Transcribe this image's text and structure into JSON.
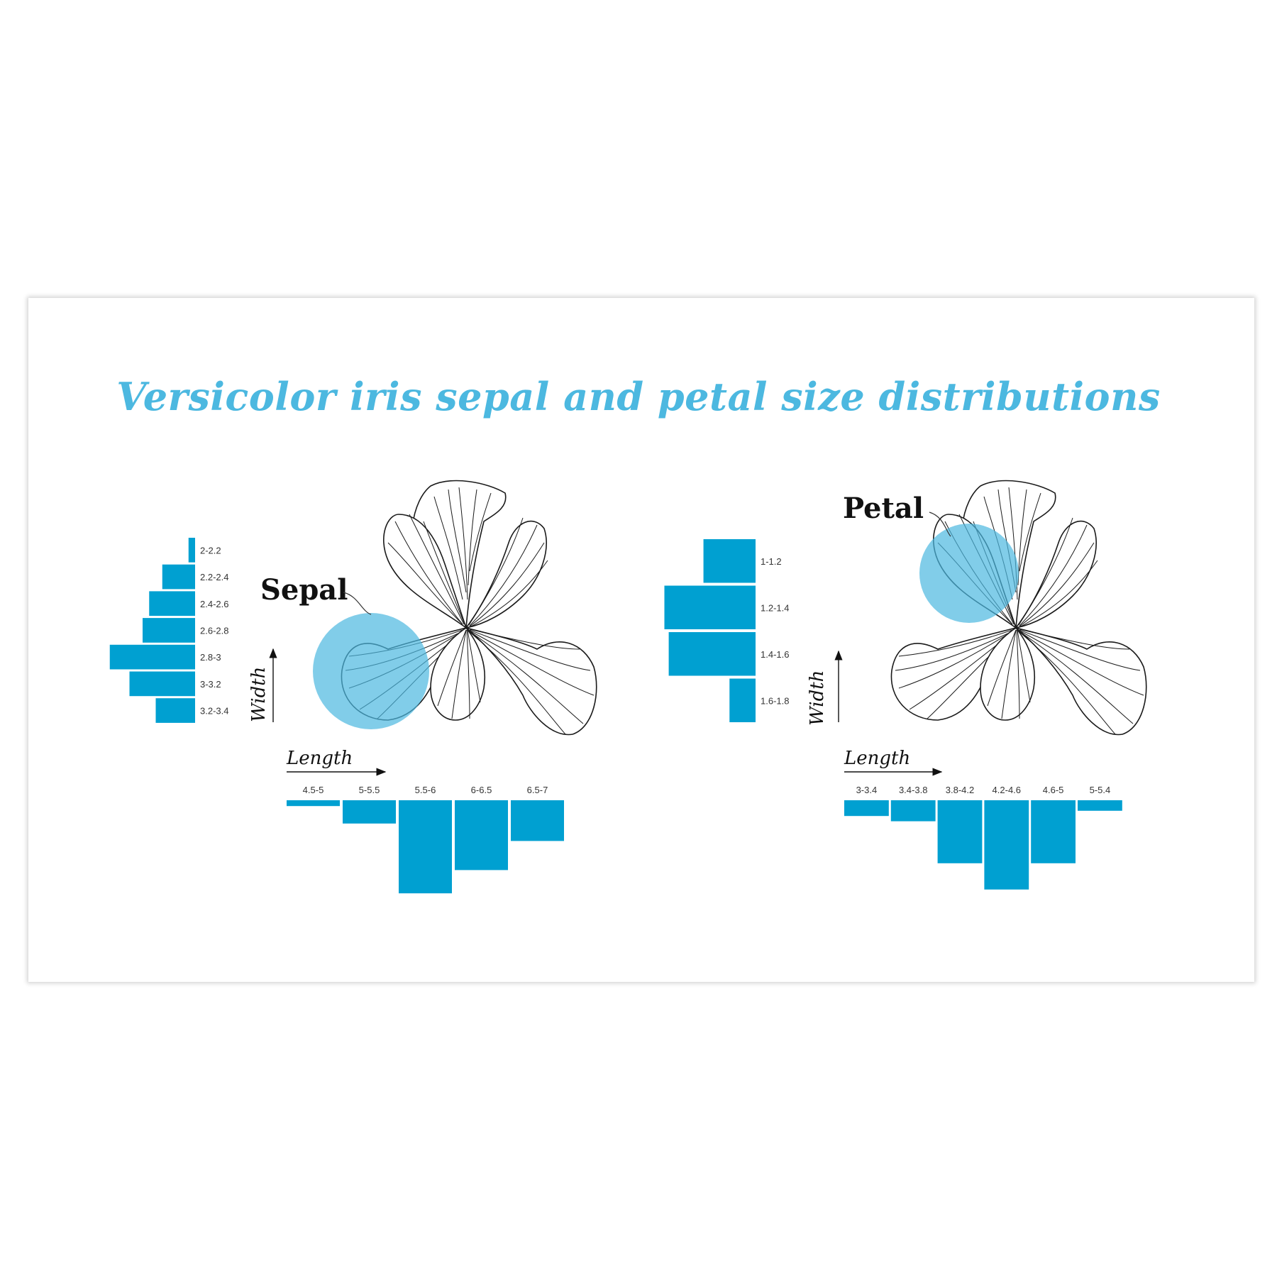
{
  "title": "Versicolor iris sepal and petal size distributions",
  "colors": {
    "bar": "#00a0d1",
    "highlight": "#4cb8e0",
    "title": "#4cb8e0"
  },
  "labels": {
    "sepal": "Sepal",
    "petal": "Petal",
    "width_axis": "Width",
    "length_axis": "Length"
  },
  "chart_data": [
    {
      "type": "bar",
      "name": "sepal-width",
      "orientation": "horizontal",
      "categories": [
        "2-2.2",
        "2.2-2.4",
        "2.4-2.6",
        "2.6-2.8",
        "2.8-3",
        "3-3.2",
        "3.2-3.4"
      ],
      "values": [
        1,
        5,
        7,
        8,
        13,
        10,
        6
      ],
      "ylabel": "Width"
    },
    {
      "type": "bar",
      "name": "sepal-length",
      "orientation": "vertical-down",
      "categories": [
        "4.5-5",
        "5-5.5",
        "5.5-6",
        "6-6.5",
        "6.5-7"
      ],
      "values": [
        1,
        4,
        16,
        12,
        7
      ],
      "xlabel": "Length"
    },
    {
      "type": "bar",
      "name": "petal-width",
      "orientation": "horizontal",
      "categories": [
        "1-1.2",
        "1.2-1.4",
        "1.4-1.6",
        "1.6-1.8"
      ],
      "values": [
        12,
        21,
        20,
        6
      ],
      "ylabel": "Width"
    },
    {
      "type": "bar",
      "name": "petal-length",
      "orientation": "vertical-down",
      "categories": [
        "3-3.4",
        "3.4-3.8",
        "3.8-4.2",
        "4.2-4.6",
        "4.6-5",
        "5-5.4"
      ],
      "values": [
        3,
        4,
        12,
        17,
        12,
        2
      ],
      "xlabel": "Length"
    }
  ]
}
